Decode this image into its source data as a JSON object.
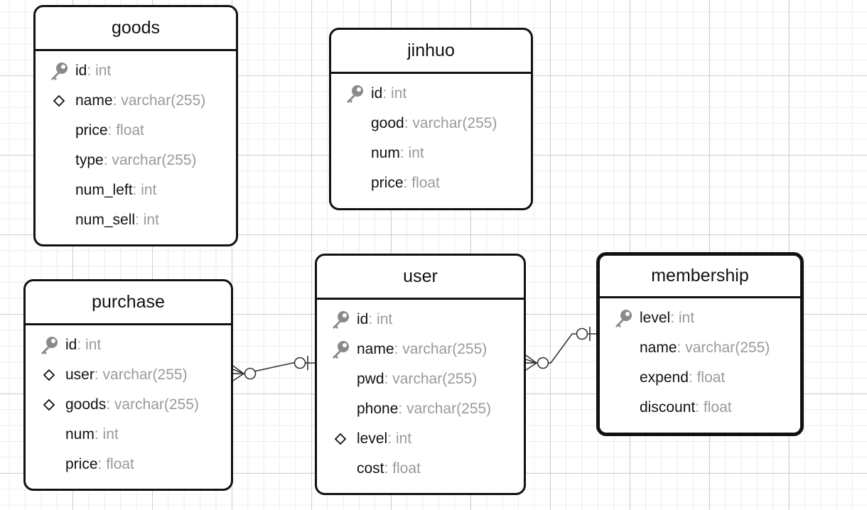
{
  "entities": [
    {
      "id": "goods",
      "title": "goods",
      "attributes": [
        {
          "name": "id",
          "type": ": int",
          "icon": "key-icon"
        },
        {
          "name": "name",
          "type": ": varchar(255)",
          "icon": "diamond-icon"
        },
        {
          "name": "price",
          "type": ": float",
          "icon": ""
        },
        {
          "name": "type",
          "type": ": varchar(255)",
          "icon": ""
        },
        {
          "name": "num_left",
          "type": ": int",
          "icon": ""
        },
        {
          "name": "num_sell",
          "type": ": int",
          "icon": ""
        }
      ]
    },
    {
      "id": "jinhuo",
      "title": "jinhuo",
      "attributes": [
        {
          "name": "id",
          "type": ": int",
          "icon": "key-icon"
        },
        {
          "name": "good",
          "type": ": varchar(255)",
          "icon": ""
        },
        {
          "name": "num",
          "type": ": int",
          "icon": ""
        },
        {
          "name": "price",
          "type": ": float",
          "icon": ""
        }
      ]
    },
    {
      "id": "purchase",
      "title": "purchase",
      "attributes": [
        {
          "name": "id",
          "type": ": int",
          "icon": "key-icon"
        },
        {
          "name": "user",
          "type": ": varchar(255)",
          "icon": "diamond-icon"
        },
        {
          "name": "goods",
          "type": ": varchar(255)",
          "icon": "diamond-icon"
        },
        {
          "name": "num",
          "type": ": int",
          "icon": ""
        },
        {
          "name": "price",
          "type": ": float",
          "icon": ""
        }
      ]
    },
    {
      "id": "user",
      "title": "user",
      "attributes": [
        {
          "name": "id",
          "type": ": int",
          "icon": "key-icon"
        },
        {
          "name": "name",
          "type": ": varchar(255)",
          "icon": "key-icon"
        },
        {
          "name": "pwd",
          "type": ": varchar(255)",
          "icon": ""
        },
        {
          "name": "phone",
          "type": ": varchar(255)",
          "icon": ""
        },
        {
          "name": "level",
          "type": ": int",
          "icon": "diamond-icon"
        },
        {
          "name": "cost",
          "type": ": float",
          "icon": ""
        }
      ]
    },
    {
      "id": "membership",
      "title": "membership",
      "selected": true,
      "attributes": [
        {
          "name": "level",
          "type": ": int",
          "icon": "key-icon"
        },
        {
          "name": "name",
          "type": ": varchar(255)",
          "icon": ""
        },
        {
          "name": "expend",
          "type": ": float",
          "icon": ""
        },
        {
          "name": "discount",
          "type": ": float",
          "icon": ""
        }
      ]
    }
  ],
  "relationships": [
    {
      "from": "purchase",
      "to": "user",
      "from_end": "zero-or-many",
      "to_end": "zero-or-one"
    },
    {
      "from": "user",
      "to": "membership",
      "from_end": "zero-or-many",
      "to_end": "zero-or-one"
    }
  ],
  "colors": {
    "border": "#111111",
    "type_text": "#9a9a9a",
    "grid": "#cfcfcf",
    "key_icon": "#8a8a8a"
  }
}
